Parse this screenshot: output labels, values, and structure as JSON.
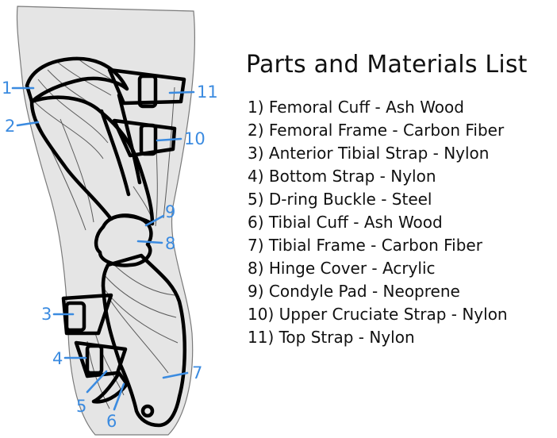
{
  "title": "Parts and Materials List",
  "parts": [
    "1) Femoral Cuff - Ash Wood",
    "2) Femoral Frame - Carbon Fiber",
    "3) Anterior Tibial Strap - Nylon",
    "4) Bottom Strap - Nylon",
    "5) D-ring Buckle - Steel",
    "6) Tibial Cuff - Ash Wood",
    "7) Tibial Frame - Carbon Fiber",
    "8) Hinge Cover - Acrylic",
    "9) Condyle Pad - Neoprene",
    "10) Upper Cruciate Strap - Nylon",
    "11) Top Strap - Nylon"
  ],
  "callouts": [
    "1",
    "2",
    "3",
    "4",
    "5",
    "6",
    "7",
    "8",
    "9",
    "10",
    "11"
  ],
  "colors": {
    "callout": "#3b8be0",
    "leg_fill": "#e5e5e5",
    "outline": "#000000",
    "text": "#111111"
  }
}
